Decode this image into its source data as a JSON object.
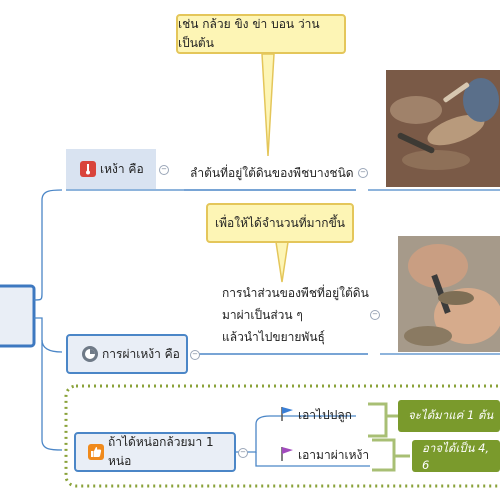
{
  "callouts": {
    "top": "เช่น กล้วย ขิง ข่า บอน ว่าน เป็นต้น",
    "middle": "เพื่อให้ได้จำนวนที่มากขึ้น"
  },
  "topics": {
    "definition": {
      "label": "เหง้า คือ",
      "icon": "thermometer-icon"
    },
    "definition_detail": "ลำต้นที่อยู่ใต้ดินของพืชบางชนิด",
    "cutting": {
      "label": "การผ่าเหง้า คือ",
      "icon": "pie-chart-icon"
    },
    "cutting_detail": [
      "การนำส่วนของพืชที่อยู่ใต้ดิน",
      "มาผ่าเป็นส่วน ๆ",
      "แล้วนำไปขยายพันธุ์"
    ],
    "banana": {
      "label": "ถ้าได้หน่อกล้วยมา 1 หน่อ",
      "icon": "thumbs-up-icon"
    },
    "option_plant": {
      "label": "เอาไปปลูก",
      "icon": "flag-blue-icon",
      "result": "จะได้มาแค่ 1 ต้น"
    },
    "option_split": {
      "label": "เอามาผ่าเหง้า",
      "icon": "flag-purple-icon",
      "result": "อาจได้เป็น  4, 6"
    }
  },
  "colors": {
    "callout_bg": "#fdf5b5",
    "branch_line": "#4b86c7",
    "result_green": "#7a9a2c",
    "dotted_border": "#8aa23a"
  }
}
